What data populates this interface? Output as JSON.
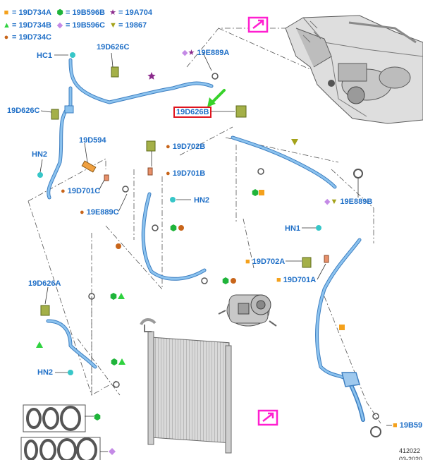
{
  "colors": {
    "orange": "#f4a11c",
    "green": "#1fb43a",
    "purple": "#8b2a8c",
    "lightgreen": "#2fd23f",
    "violet": "#c48ae6",
    "olive": "#a4a21a",
    "brown": "#c8651a",
    "label": "#1f6fc7",
    "highlight": "#e0141e",
    "magenta": "#ff1fd0",
    "pipe": "#74b1e6",
    "arrow": "#37d22a"
  },
  "legend": [
    {
      "symbol": "square",
      "color": "orange",
      "code": "19D734A"
    },
    {
      "symbol": "hexagon",
      "color": "green",
      "code": "19B596B"
    },
    {
      "symbol": "star",
      "color": "purple",
      "code": "19A704"
    },
    {
      "symbol": "triangle",
      "color": "lightgreen",
      "code": "19D734B"
    },
    {
      "symbol": "diamond",
      "color": "violet",
      "code": "19B596C"
    },
    {
      "symbol": "triangle-down",
      "color": "olive",
      "code": "19867"
    },
    {
      "symbol": "circle",
      "color": "brown",
      "code": "19D734C"
    }
  ],
  "labels": {
    "hc1": "HC1",
    "d626c_top": "19D626C",
    "e889a": "19E889A",
    "d626c_left": "19D626C",
    "d626b": "19D626B",
    "d594": "19D594",
    "d702b": "19D702B",
    "hn2_left": "HN2",
    "d701b": "19D701B",
    "d701c": "19D701C",
    "hn2_mid": "HN2",
    "e889c": "19E889C",
    "e889b": "19E889B",
    "hn1": "HN1",
    "d702a": "19D702A",
    "d701a": "19D701A",
    "d626a": "19D626A",
    "hn2_bottom": "HN2",
    "b59": "19B59",
    "ref1": "412022",
    "ref2": "03-2020"
  },
  "equals": "="
}
